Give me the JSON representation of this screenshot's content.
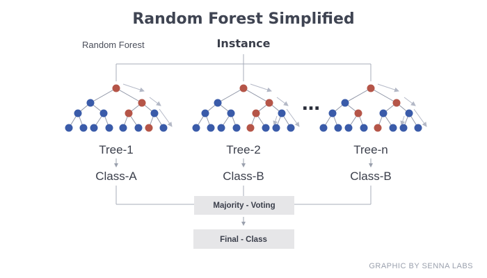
{
  "title": "Random Forest Simplified",
  "subtitle": "Random Forest",
  "instance_label": "Instance",
  "ellipsis": "…",
  "trees": [
    {
      "tree_label": "Tree-1",
      "class_label": "Class-A"
    },
    {
      "tree_label": "Tree-2",
      "class_label": "Class-B"
    },
    {
      "tree_label": "Tree-n",
      "class_label": "Class-B"
    }
  ],
  "voting_label": "Majority - Voting",
  "final_label": "Final - Class",
  "credit": "GRAPHIC BY SENNA LABS",
  "colors": {
    "node_blue": "#3a5ba9",
    "node_red": "#b55548",
    "edge": "#8f95a6",
    "arrow": "#b3b8c6",
    "box_fill": "#e6e6e8",
    "text_dark": "#3a3e4a"
  }
}
